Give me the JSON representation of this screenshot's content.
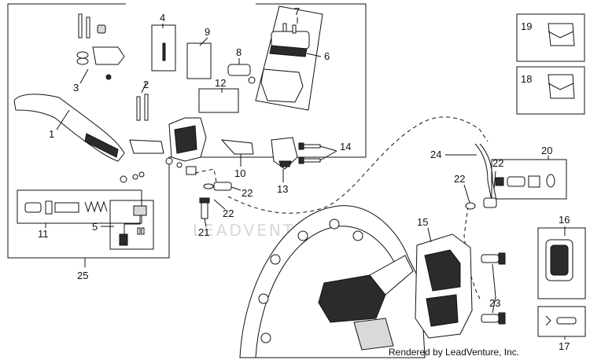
{
  "diagram": {
    "callouts": [
      "1",
      "2",
      "3",
      "4",
      "5",
      "6",
      "7",
      "8",
      "9",
      "10",
      "11",
      "12",
      "13",
      "14",
      "15",
      "16",
      "17",
      "18",
      "19",
      "20",
      "21",
      "22",
      "22",
      "22",
      "23",
      "24",
      "25"
    ],
    "watermark": "LEADVENTURE",
    "credit": "Rendered by LeadVenture, Inc."
  }
}
